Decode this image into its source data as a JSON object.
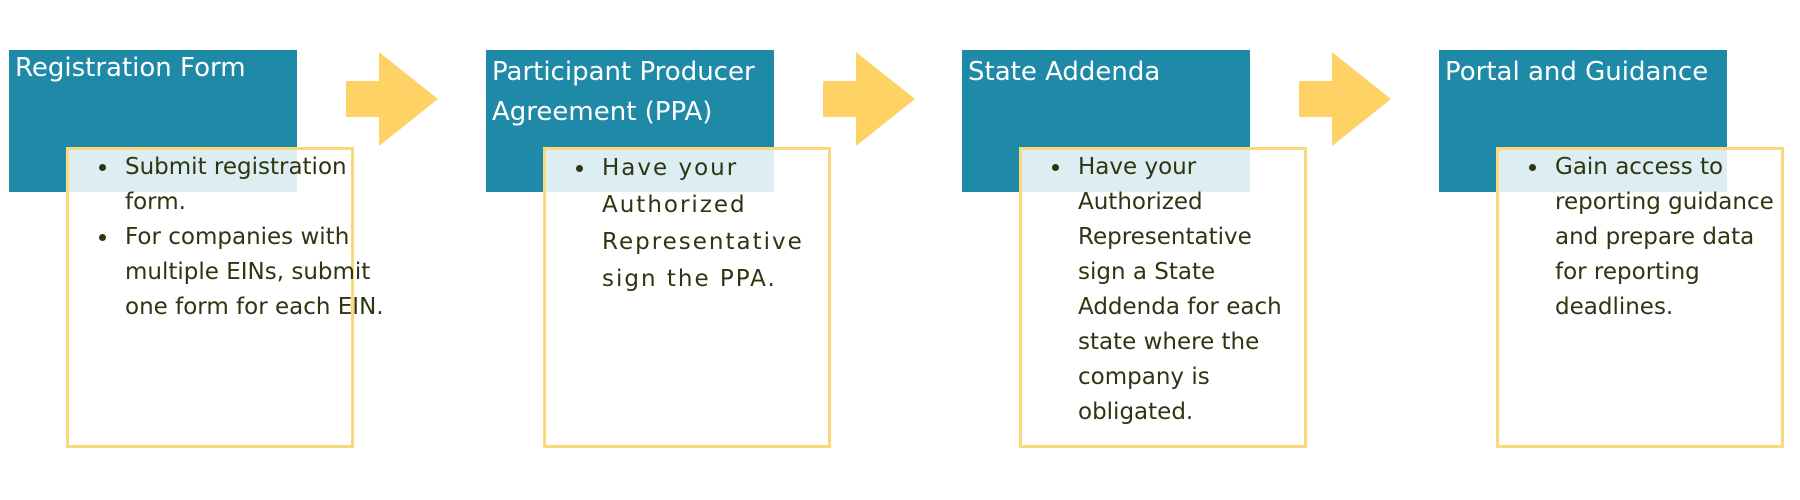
{
  "colors": {
    "header_fill": "#1f8aa7",
    "box_border": "#f9d979",
    "arrow_fill": "#fed264",
    "body_text": "#2f3411",
    "header_text": "#ffffff"
  },
  "steps": [
    {
      "title": "Registration Form",
      "bullets": [
        "Submit registration form.",
        "For companies with multiple EINs, submit one form for each EIN."
      ]
    },
    {
      "title": "Participant Producer Agreement (PPA)",
      "bullets": [
        "Have your Authorized Representative sign the PPA."
      ]
    },
    {
      "title": "State Addenda",
      "bullets": [
        "Have your Authorized Representative sign a State Addenda for each state where the company is obligated."
      ]
    },
    {
      "title": "Portal and Guidance",
      "bullets": [
        "Gain access to reporting guidance and prepare data for reporting deadlines."
      ]
    }
  ],
  "arrows": [
    "arrow-right-icon",
    "arrow-right-icon",
    "arrow-right-icon"
  ]
}
